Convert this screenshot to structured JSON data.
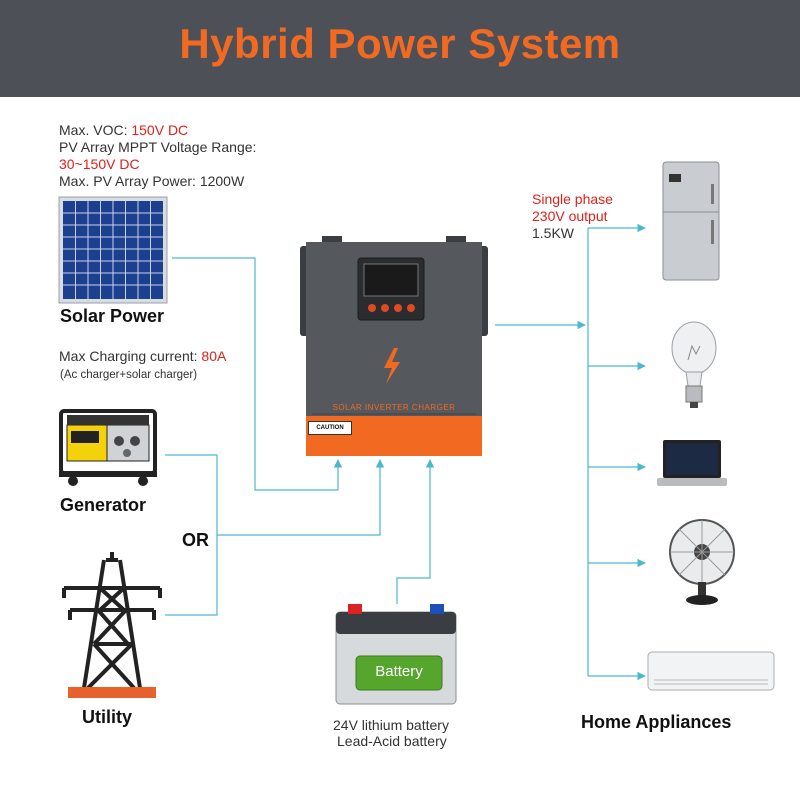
{
  "header": {
    "title": "Hybrid Power System"
  },
  "solar": {
    "voc_label": "Max. VOC: ",
    "voc_value": "150V DC",
    "mppt_label": "PV Array MPPT Voltage Range:",
    "mppt_value": "30~150V DC",
    "power_label": "Max. PV Array Power: 1200W",
    "name": "Solar Power"
  },
  "charging": {
    "label": "Max Charging current: ",
    "value": "80A",
    "note": "(Ac charger+solar charger)"
  },
  "generator": {
    "name": "Generator"
  },
  "or_label": "OR",
  "utility": {
    "name": "Utility"
  },
  "inverter": {
    "caption": "SOLAR INVERTER CHARGER",
    "warning": "CAUTION"
  },
  "battery": {
    "label": "Battery",
    "type_line1": "24V lithium battery",
    "type_line2": "Lead-Acid battery"
  },
  "output": {
    "line1": "Single phase",
    "line2": "230V output",
    "line3": "1.5KW"
  },
  "appliances": {
    "name": "Home Appliances"
  },
  "colors": {
    "header_bg": "#4d5157",
    "accent": "#f26a21",
    "line": "#4cb8cf",
    "highlight": "#e0201b"
  }
}
